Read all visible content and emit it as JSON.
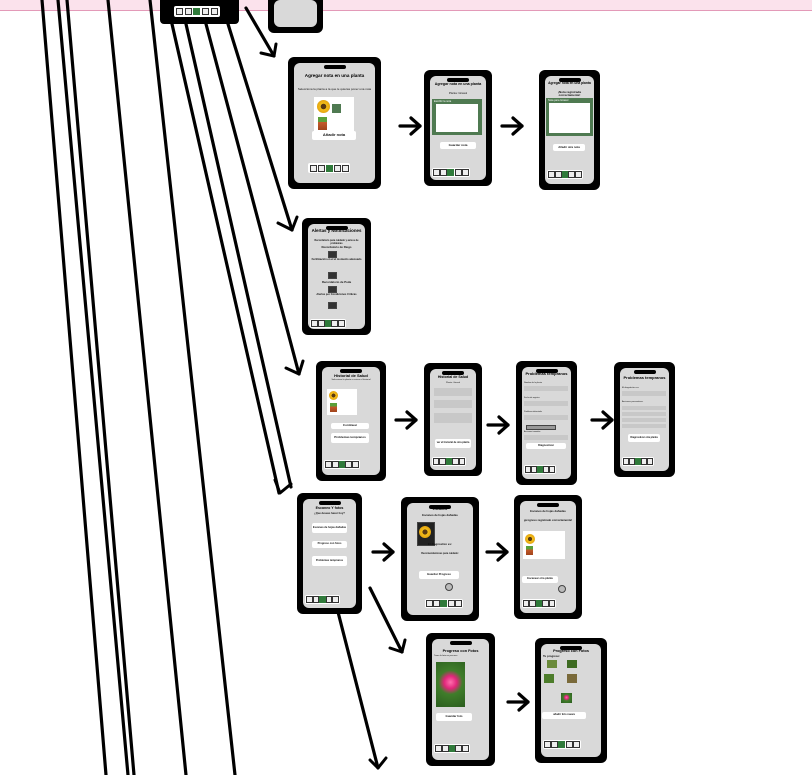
{
  "colors": {
    "accent_green": "#2f7a3a",
    "card_green": "#4f7a51",
    "banner_pink": "#fbe2ec",
    "screen_gray": "#d9d9d9"
  },
  "screens": {
    "nota1": {
      "title": "Agregar nota en una planta",
      "subtitle": "Selecciona la planta a la que le quieras poner una nota",
      "button": "Añadir nota"
    },
    "nota2": {
      "title": "Agregar nota en una planta",
      "subtitle": "Planta: Girasol",
      "card_label": "Escribir la nota",
      "button": "Guardar nota"
    },
    "nota3": {
      "title": "Agregar nota en una planta",
      "subtitle": "¡Nota registrada correctamente!",
      "card_label": "Nota para Girasol",
      "button": "Añadir otra nota"
    },
    "alertas": {
      "title": "Alertas y Notificaciones",
      "subtitle": "Recordatorio para cuidado y avisos de problemas",
      "item1": "Recordatorio de Riego",
      "item2": "Fertilización en el el momento adecuado",
      "item3": "Recordatorio de Poda",
      "item4": "Alertas por Condiciones Críticas"
    },
    "historial1": {
      "title": "Historial de Salud",
      "subtitle": "Selecciona la planta a revisar el historial",
      "button1": "Continuar",
      "button2": "Problemas tempranos"
    },
    "historial2": {
      "title": "Historial de Salud",
      "subtitle": "Planta: Girasol",
      "button": "ver el historial de otra planta"
    },
    "problemas1": {
      "title": "Problemas tempranos",
      "label1": "Nombre de la planta",
      "label2": "Fecha de registro",
      "label3": "Problema detectado",
      "label4": "Acciones tomadas",
      "button": "Diagnosticar"
    },
    "problemas2": {
      "title": "Problemas tempranos",
      "subtitle": "El diagnóstico es:",
      "label": "Acciones preventivas:",
      "button": "Diagnosticar otra planta"
    },
    "escaneo1": {
      "title": "Escaneo Y fotos",
      "subtitle": "¿Que deseas hacer hoy?",
      "button1": "Escaneo de hojas dañadas",
      "button2": "Progreso con fotos",
      "button3": "Problemas tempranos"
    },
    "escaneo2": {
      "title": "Escaneo",
      "subtitle": "Escaneo de hojas dañadas",
      "diag": "El diagnostico es:",
      "rec": "Recomendaciones para cuidado:",
      "button": "Guardar Progreso"
    },
    "escaneo3": {
      "title": "Escaneo",
      "subtitle": "Escaneo de hojas dañadas",
      "msg": "¡progreso registrado correctamente!",
      "button": "Escanear otra planta"
    },
    "progreso1": {
      "title": "Progreso con Fotos",
      "subtitle": "Toma la foto en proceso",
      "button": "Guardar foto"
    },
    "progreso2": {
      "title": "Progreso con Fotos",
      "subtitle": "Tu progreso:",
      "button": "añadir  foto nueva"
    }
  }
}
